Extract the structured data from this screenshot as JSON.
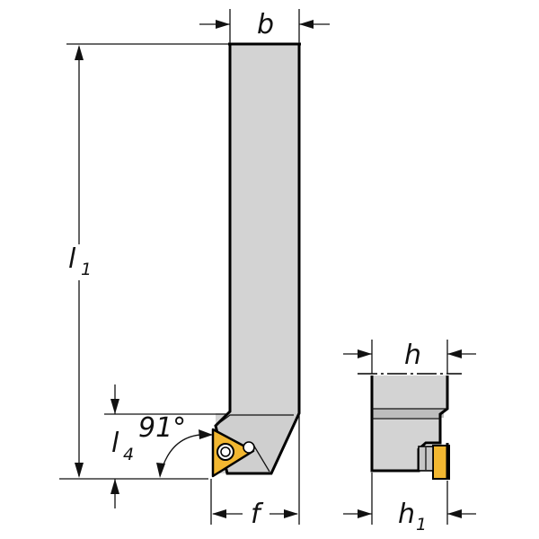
{
  "diagram": {
    "labels": {
      "b": "b",
      "l1_main": "l",
      "l1_sub": "1",
      "l4_main": "l",
      "l4_sub": "4",
      "angle": "91°",
      "f": "f",
      "h": "h",
      "h1_main": "h",
      "h1_sub": "1"
    },
    "colors": {
      "body_gray": "#d3d3d3",
      "body_gray_dark": "#bdbdbd",
      "insert_gold": "#f2b731",
      "insert_gold_dark": "#d99b16",
      "outline": "#000000"
    }
  }
}
